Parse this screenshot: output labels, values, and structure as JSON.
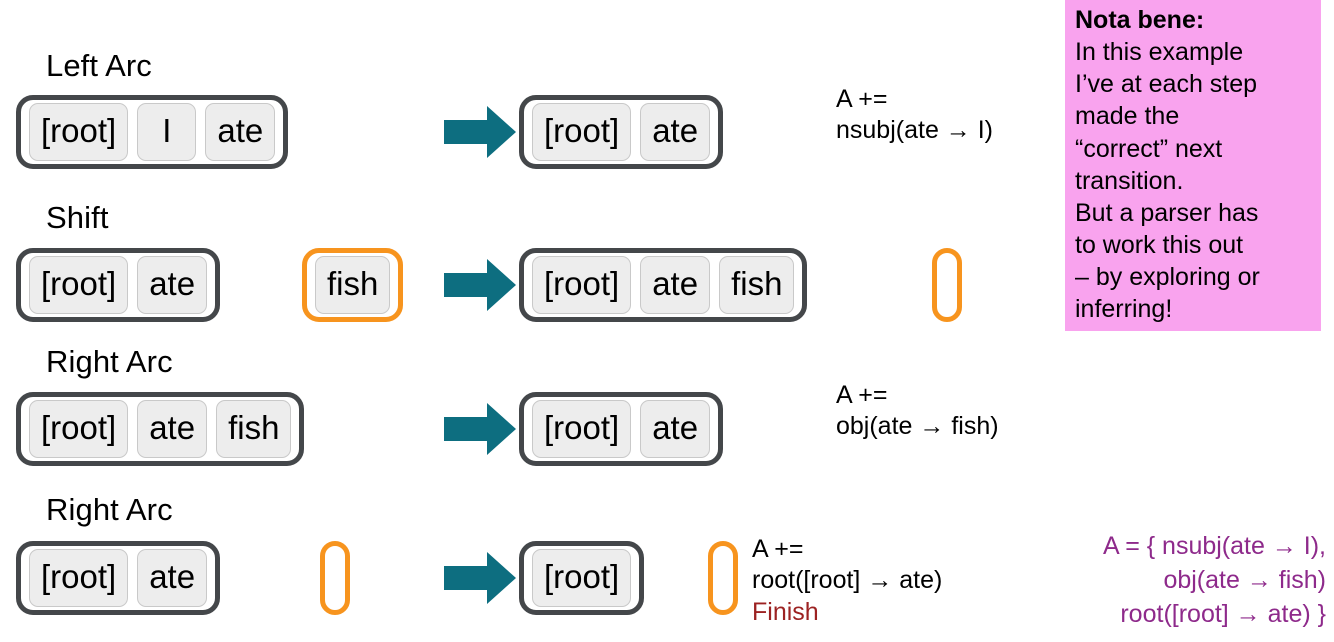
{
  "slide": {
    "title_implicit": "Arc-standard transition sequence",
    "arrow_color": "#0d6e80",
    "stack_border_color": "#44474a",
    "buffer_border_color": "#f7941e",
    "token_fill_color": "#ededed",
    "note_background": "#f9a3ee",
    "arcset_color": "#8e2a8b",
    "finish_color": "#9c2222"
  },
  "rows": [
    {
      "label": "Left Arc",
      "before": {
        "stack": [
          "[root]",
          "I",
          "ate"
        ],
        "buffer": [],
        "buffer_shown": false
      },
      "after": {
        "stack": [
          "[root]",
          "ate"
        ],
        "buffer": [],
        "buffer_shown": false
      },
      "annotation": {
        "line1": "A +=",
        "line2": "nsubj(ate → I)",
        "line3": ""
      }
    },
    {
      "label": "Shift",
      "before": {
        "stack": [
          "[root]",
          "ate"
        ],
        "buffer": [
          "fish"
        ],
        "buffer_shown": true
      },
      "after": {
        "stack": [
          "[root]",
          "ate",
          "fish"
        ],
        "buffer": [],
        "buffer_shown": true
      },
      "annotation": {
        "line1": "",
        "line2": "",
        "line3": ""
      }
    },
    {
      "label": "Right Arc",
      "before": {
        "stack": [
          "[root]",
          "ate",
          "fish"
        ],
        "buffer": [],
        "buffer_shown": false
      },
      "after": {
        "stack": [
          "[root]",
          "ate"
        ],
        "buffer": [],
        "buffer_shown": false
      },
      "annotation": {
        "line1": "A +=",
        "line2": "obj(ate → fish)",
        "line3": ""
      }
    },
    {
      "label": "Right Arc",
      "before": {
        "stack": [
          "[root]",
          "ate"
        ],
        "buffer": [],
        "buffer_shown": true
      },
      "after": {
        "stack": [
          "[root]"
        ],
        "buffer": [],
        "buffer_shown": true
      },
      "annotation": {
        "line1": "A +=",
        "line2": "root([root] → ate)",
        "line3": "Finish"
      }
    }
  ],
  "arc_set": {
    "line1": "A = { nsubj(ate → I),",
    "line2": "obj(ate → fish)",
    "line3": "root([root] → ate) }"
  },
  "note": {
    "title": "Nota bene:",
    "lines": [
      "In this example",
      "I’ve at each step",
      "made the",
      "“correct” next",
      "transition.",
      "But a parser has",
      "to work this out",
      "– by exploring or",
      "inferring!"
    ]
  }
}
